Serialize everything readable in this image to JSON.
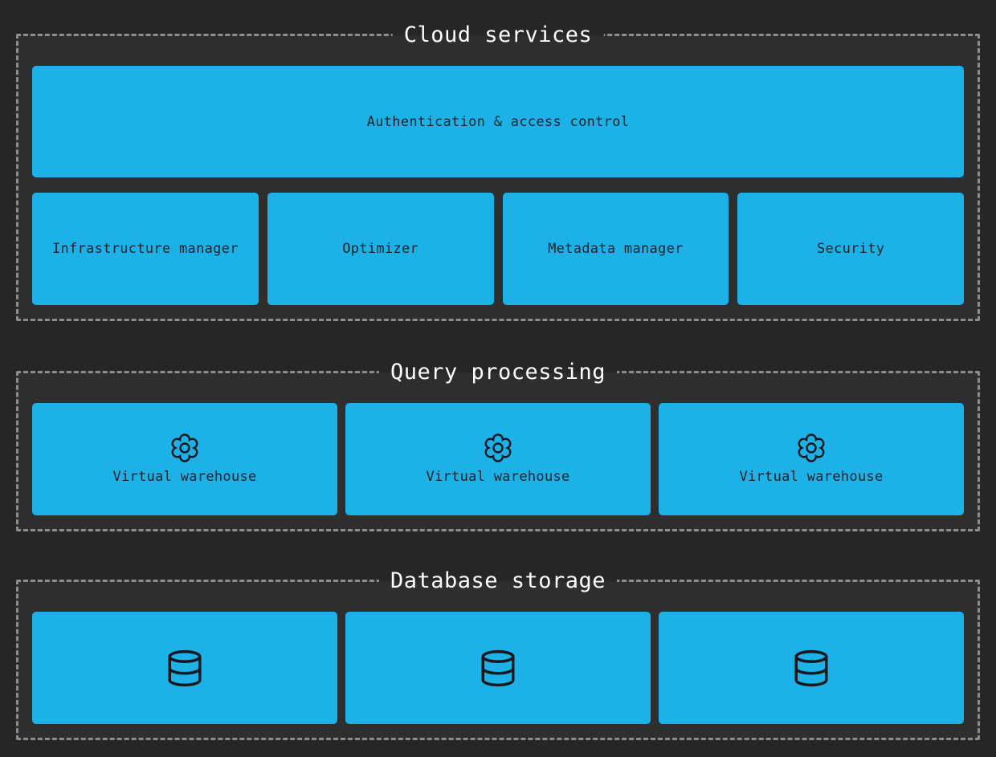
{
  "colors": {
    "page_background": "#262626",
    "panel_background": "#2e2e2e",
    "panel_border": "#8d8d8d",
    "box_fill": "#1cb2e8",
    "box_text": "#1d1f24",
    "title_text": "#ffffff",
    "icon_stroke": "#16181d"
  },
  "icons": {
    "warehouse": "gear-icon",
    "storage": "database-icon"
  },
  "sections": {
    "cloud_services": {
      "title": "Cloud services",
      "auth_box_label": "Authentication & access control",
      "boxes": [
        {
          "label": "Infrastructure manager"
        },
        {
          "label": "Optimizer"
        },
        {
          "label": "Metadata manager"
        },
        {
          "label": "Security"
        }
      ]
    },
    "query_processing": {
      "title": "Query processing",
      "warehouses": [
        {
          "label": "Virtual warehouse",
          "icon": "gear-icon"
        },
        {
          "label": "Virtual warehouse",
          "icon": "gear-icon"
        },
        {
          "label": "Virtual warehouse",
          "icon": "gear-icon"
        }
      ]
    },
    "database_storage": {
      "title": "Database storage",
      "databases": [
        {
          "icon": "database-icon"
        },
        {
          "icon": "database-icon"
        },
        {
          "icon": "database-icon"
        }
      ]
    }
  }
}
